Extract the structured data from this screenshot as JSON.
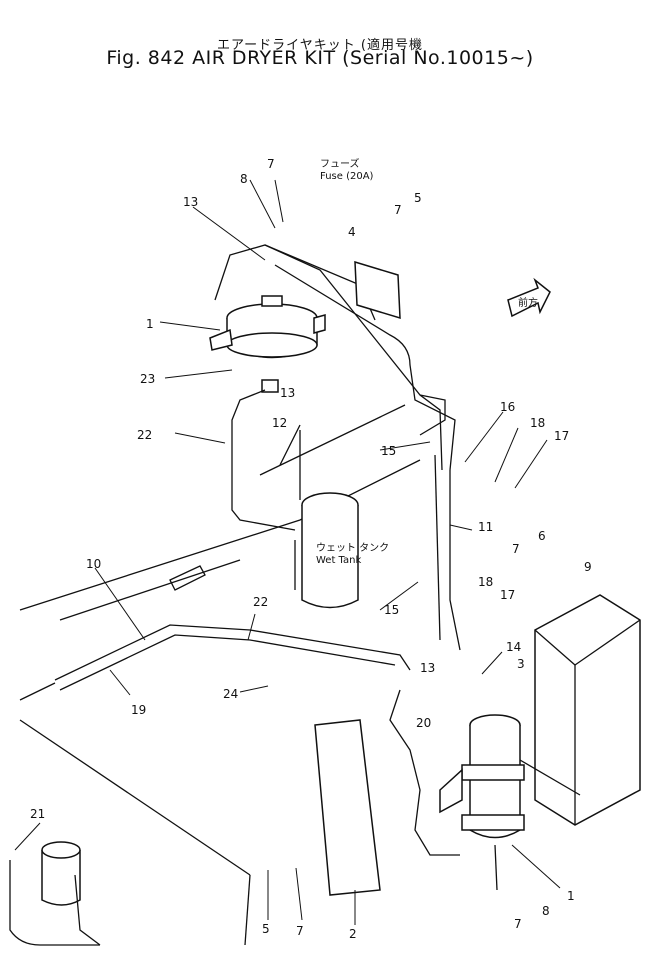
{
  "header": {
    "title_jp": "エアードライヤキット",
    "serial_jp": "適用号機",
    "fig_no": "Fig. 842",
    "title_en": "AIR DRYER KIT",
    "serial_en": "Serial No.10015~"
  },
  "notes": {
    "fuse_jp": "フューズ",
    "fuse_en": "Fuse (20A)",
    "wet_tank_jp": "ウェット タンク",
    "wet_tank_en": "Wet Tank",
    "arrow_jp": "前方"
  },
  "callouts": [
    "7",
    "8",
    "13",
    "5",
    "7",
    "4",
    "1",
    "23",
    "13",
    "12",
    "22",
    "16",
    "18",
    "17",
    "15",
    "11",
    "6",
    "7",
    "9",
    "10",
    "22",
    "18",
    "15",
    "17",
    "14",
    "3",
    "24",
    "13",
    "20",
    "19",
    "21",
    "5",
    "7",
    "2",
    "7",
    "8",
    "1"
  ]
}
